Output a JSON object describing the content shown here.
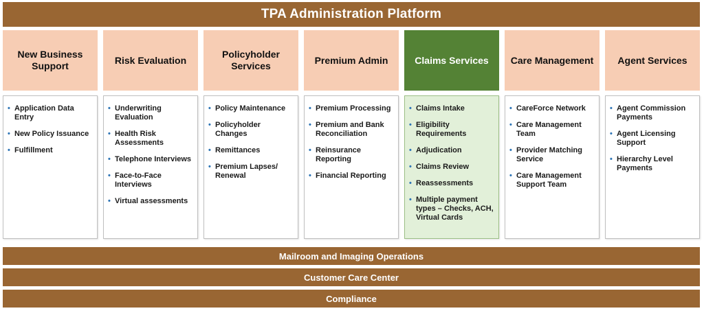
{
  "title": "TPA Administration Platform",
  "columns": [
    {
      "header": "New Business Support",
      "highlight": false,
      "items": [
        "Application Data Entry",
        "New Policy Issuance",
        "Fulfillment"
      ]
    },
    {
      "header": "Risk Evaluation",
      "highlight": false,
      "items": [
        "Underwriting Evaluation",
        "Health Risk Assessments",
        "Telephone Interviews",
        "Face-to-Face Interviews",
        "Virtual assessments"
      ]
    },
    {
      "header": "Policyholder Services",
      "highlight": false,
      "items": [
        "Policy Maintenance",
        "Policyholder Changes",
        "Remittances",
        "Premium Lapses/ Renewal"
      ]
    },
    {
      "header": "Premium Admin",
      "highlight": false,
      "items": [
        "Premium Processing",
        "Premium and Bank Reconciliation",
        "Reinsurance Reporting",
        "Financial Reporting"
      ]
    },
    {
      "header": "Claims Services",
      "highlight": true,
      "items": [
        "Claims Intake",
        "Eligibility Requirements",
        "Adjudication",
        "Claims Review",
        "Reassessments",
        "Multiple payment types – Checks, ACH, Virtual Cards"
      ]
    },
    {
      "header": "Care Management",
      "highlight": false,
      "items": [
        "CareForce Network",
        "Care Management Team",
        "Provider Matching Service",
        "Care Management Support Team"
      ]
    },
    {
      "header": "Agent Services",
      "highlight": false,
      "items": [
        "Agent Commission Payments",
        "Agent Licensing Support",
        "Hierarchy Level Payments"
      ]
    }
  ],
  "bottom_bands": [
    "Mailroom and Imaging Operations",
    "Customer Care Center",
    "Compliance"
  ],
  "colors": {
    "band": "#996633",
    "header": "#f7cdb4",
    "highlight_header": "#548235",
    "highlight_body": "#e2f0d9",
    "bullet": "#2e75b6"
  }
}
